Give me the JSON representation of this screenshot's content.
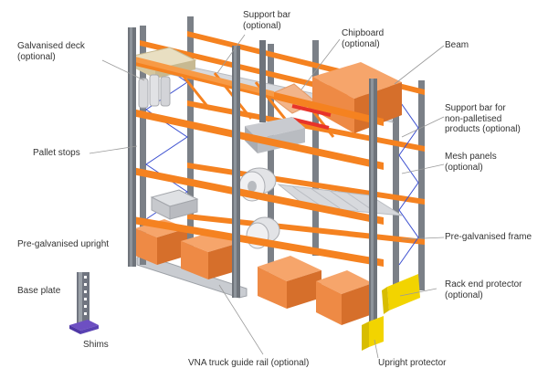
{
  "colors": {
    "beam": "#f58220",
    "upright": "#6f747b",
    "uprightFace": "#8e949b",
    "crate": "#ee8a45",
    "crateDark": "#d66f2b",
    "mesh": "#b9bcc2",
    "deck": "#e9dfc2",
    "yellow": "#f2d400",
    "basePlate": "#6d4fc2",
    "leader": "#9a9a9a",
    "label": "#333333"
  },
  "labels": {
    "support_bar": "Support bar\n(optional)",
    "chipboard": "Chipboard\n(optional)",
    "beam": "Beam",
    "galvanised_deck": "Galvanised deck\n(optional)",
    "support_bar_non_palletised": "Support bar for\nnon-palletised\nproducts (optional)",
    "pallet_stops": "Pallet stops",
    "mesh_panels": "Mesh panels\n(optional)",
    "pre_galvanised_frame": "Pre-galvanised frame",
    "pre_galvanised_upright": "Pre-galvanised upright",
    "base_plate": "Base plate",
    "shims": "Shims",
    "rack_end_protector": "Rack end protector\n(optional)",
    "vna_truck_guide_rail": "VNA truck guide rail (optional)",
    "upright_protector": "Upright protector"
  }
}
